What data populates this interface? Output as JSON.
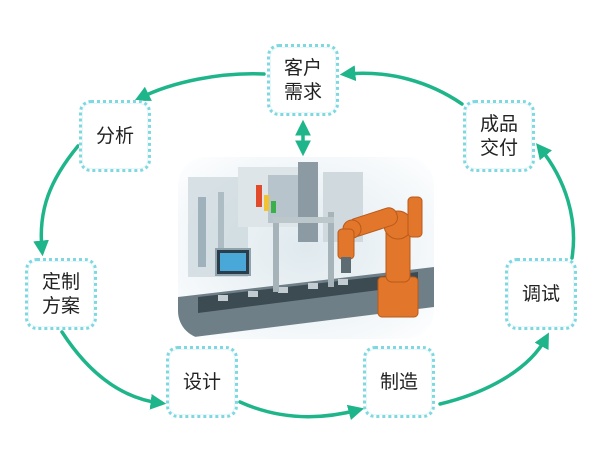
{
  "diagram": {
    "nodes": {
      "demand": "客户\n需求",
      "delivery": "成品\n交付",
      "debug": "调试",
      "make": "制造",
      "design": "设计",
      "plan": "定制\n方案",
      "analysis": "分析"
    },
    "colors": {
      "arrow": "#1fb58a",
      "node_border": "#7fd8e0",
      "robot": "#e2762a"
    }
  },
  "image": {
    "subject": "factory-assembly-line-with-robot-arm"
  }
}
